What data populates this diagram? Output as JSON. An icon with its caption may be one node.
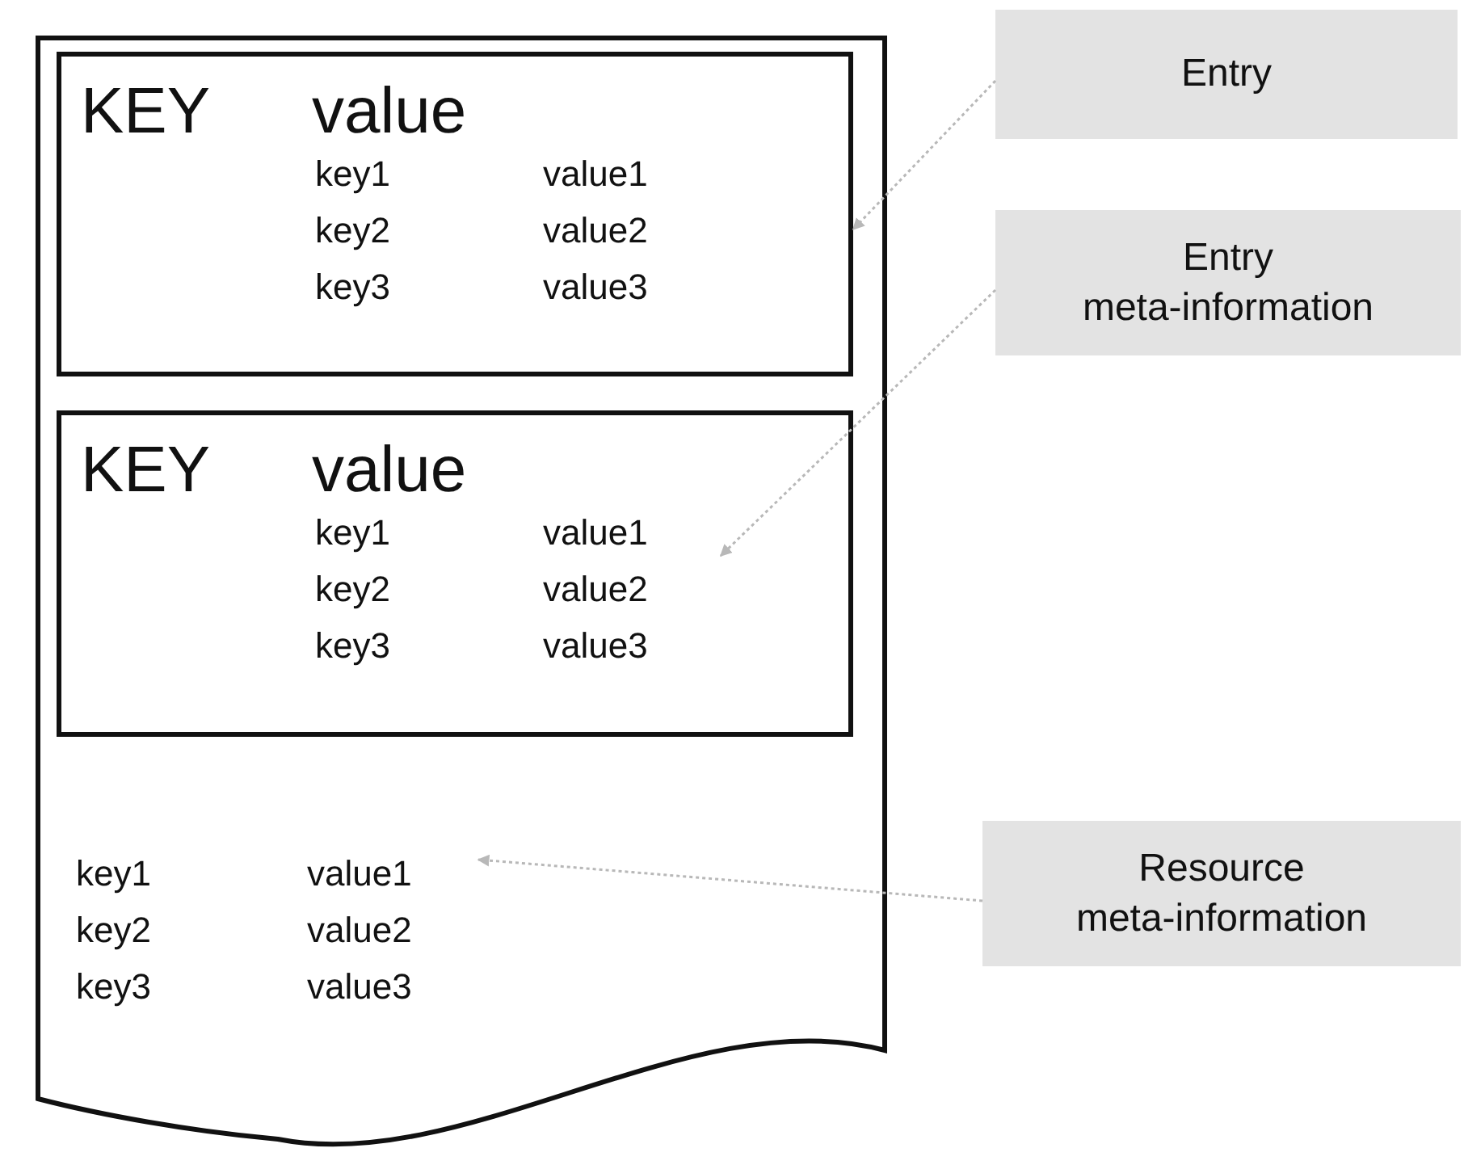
{
  "diagram": {
    "nodes": [
      {
        "text": [
          "key1",
          "value1",
          "key2",
          "value2",
          "key3",
          "value3"
        ]
      },
      {
        "text": [
          "KEY",
          "value",
          "key1",
          "value1",
          "key2",
          "value2",
          "key3",
          "value3"
        ],
        "in": 0
      },
      {
        "text": [
          "KEY",
          "value",
          "key1",
          "value1",
          "key2",
          "value2",
          "key3",
          "value3"
        ],
        "in": 0
      },
      {
        "text": [
          "Entry"
        ]
      },
      {
        "text": [
          "Entry meta-information"
        ]
      },
      {
        "text": [
          "Resource meta-information"
        ]
      }
    ],
    "edges": [
      {
        "from": 3,
        "to": 1,
        "arrow": "to",
        "style": "dashed"
      },
      {
        "from": 4,
        "to": 2,
        "arrow": "to",
        "style": "dashed"
      },
      {
        "from": 5,
        "to": 0,
        "arrow": "to",
        "style": "dashed"
      }
    ]
  }
}
